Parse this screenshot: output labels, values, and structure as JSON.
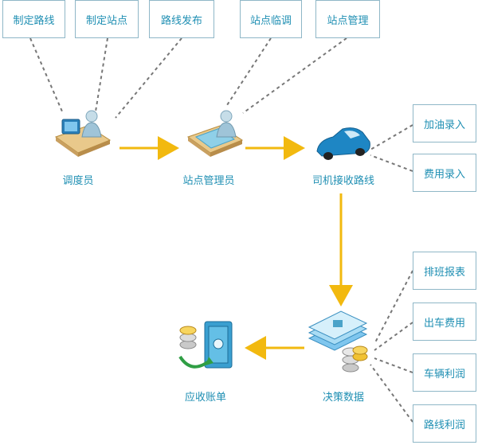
{
  "top_boxes": [
    "制定路线",
    "制定站点",
    "路线发布",
    "站点临调",
    "站点管理"
  ],
  "right_boxes_upper": [
    "加油录入",
    "费用录入"
  ],
  "right_boxes_lower": [
    "排班报表",
    "出车费用",
    "车辆利润",
    "路线利润"
  ],
  "nodes": {
    "dispatcher": "调度员",
    "station_manager": "站点管理员",
    "driver": "司机接收路线",
    "decision_data": "决策数据",
    "receivable": "应收账单"
  },
  "colors": {
    "arrow": "#f2b90f",
    "text": "#1f8fb3",
    "box_border": "#8fb7c7",
    "dash": "#777777"
  }
}
